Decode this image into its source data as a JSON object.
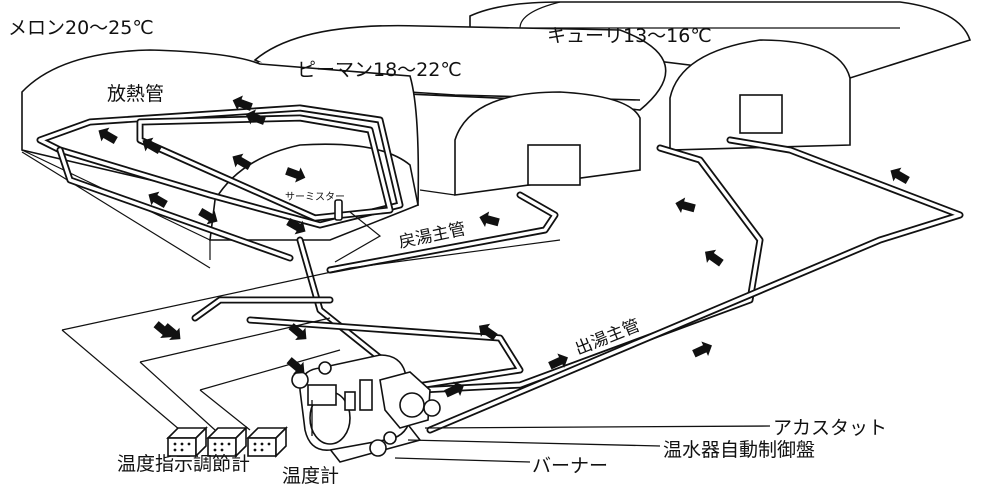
{
  "labels": {
    "melon": "メロン20～25℃",
    "pepper": "ピーマン18～22℃",
    "cucumber": "キューリ13～16℃",
    "heat_pipe": "放熱管",
    "thermistor": "サーミスター",
    "return_main": "戻湯主管",
    "supply_main": "出湯主管",
    "aquastat": "アカスタット",
    "control_panel": "温水器自動制御盤",
    "burner": "バーナー",
    "thermometer": "温度計",
    "temp_indicator": "温度指示調節計"
  }
}
